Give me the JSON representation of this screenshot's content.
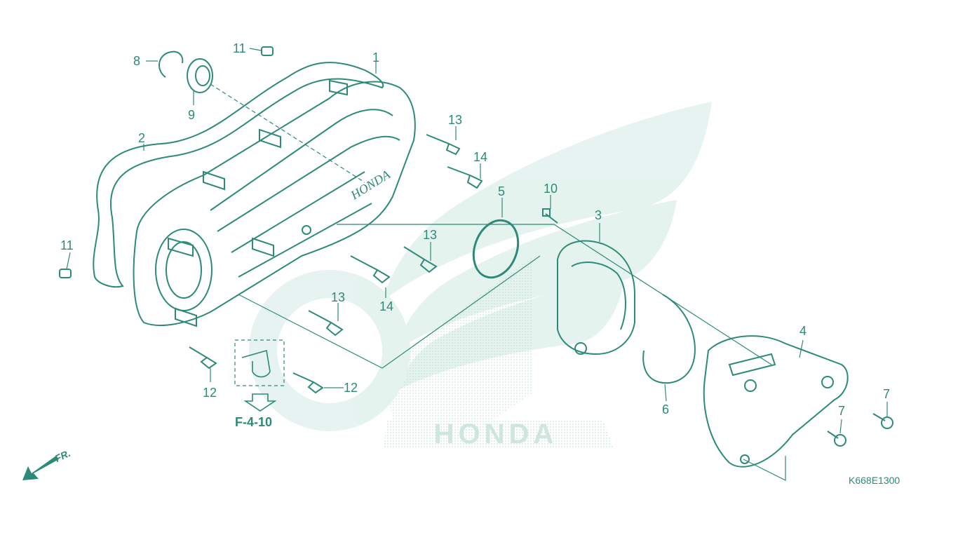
{
  "diagram": {
    "callouts": [
      {
        "id": "c1",
        "label": "1"
      },
      {
        "id": "c2",
        "label": "2"
      },
      {
        "id": "c3",
        "label": "3"
      },
      {
        "id": "c4",
        "label": "4"
      },
      {
        "id": "c5",
        "label": "5"
      },
      {
        "id": "c6",
        "label": "6"
      },
      {
        "id": "c7a",
        "label": "7"
      },
      {
        "id": "c7b",
        "label": "7"
      },
      {
        "id": "c8",
        "label": "8"
      },
      {
        "id": "c9",
        "label": "9"
      },
      {
        "id": "c10",
        "label": "10"
      },
      {
        "id": "c11a",
        "label": "11"
      },
      {
        "id": "c11b",
        "label": "11"
      },
      {
        "id": "c12a",
        "label": "12"
      },
      {
        "id": "c12b",
        "label": "12"
      },
      {
        "id": "c13a",
        "label": "13"
      },
      {
        "id": "c13b",
        "label": "13"
      },
      {
        "id": "c13c",
        "label": "13"
      },
      {
        "id": "c14a",
        "label": "14"
      },
      {
        "id": "c14b",
        "label": "14"
      }
    ],
    "reference_link": "F-4-10",
    "diagram_code": "K668E1300",
    "front_indicator": "FR.",
    "cover_brand_text": "HONDA",
    "watermark_text": "HONDA",
    "colors": {
      "line": "#2e8a78",
      "watermark": "#d6ece6"
    }
  }
}
